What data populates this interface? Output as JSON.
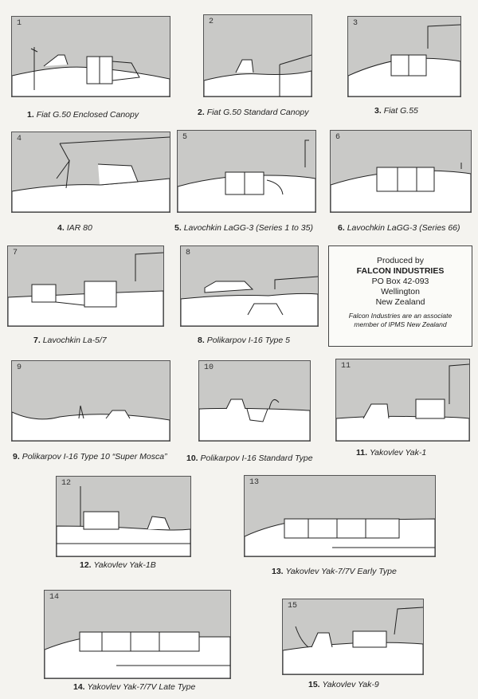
{
  "items": [
    {
      "num": "1",
      "label": "1.",
      "title": "Fiat G.50 Enclosed Canopy"
    },
    {
      "num": "2",
      "label": "2.",
      "title": "Fiat G.50 Standard Canopy"
    },
    {
      "num": "3",
      "label": "3.",
      "title": "Fiat G.55"
    },
    {
      "num": "4",
      "label": "4.",
      "title": "IAR 80"
    },
    {
      "num": "5",
      "label": "5.",
      "title": "Lavochkin LaGG-3 (Series 1 to 35)"
    },
    {
      "num": "6",
      "label": "6.",
      "title": "Lavochkin LaGG-3 (Series 66)"
    },
    {
      "num": "7",
      "label": "7.",
      "title": "Lavochkin La-5/7"
    },
    {
      "num": "8",
      "label": "8.",
      "title": "Polikarpov I-16 Type 5"
    },
    {
      "num": "9",
      "label": "9.",
      "title": "Polikarpov I-16 Type 10 “Super Mosca”"
    },
    {
      "num": "10",
      "label": "10.",
      "title": "Polikarpov I-16 Standard Type"
    },
    {
      "num": "11",
      "label": "11.",
      "title": "Yakovlev Yak-1"
    },
    {
      "num": "12",
      "label": "12.",
      "title": "Yakovlev Yak-1B"
    },
    {
      "num": "13",
      "label": "13.",
      "title": "Yakovlev Yak-7/7V Early Type"
    },
    {
      "num": "14",
      "label": "14.",
      "title": "Yakovlev Yak-7/7V Late Type"
    },
    {
      "num": "15",
      "label": "15.",
      "title": "Yakovlev Yak-9"
    }
  ],
  "info": {
    "produced_by": "Produced by",
    "company": "FALCON INDUSTRIES",
    "address1": "PO Box 42-093",
    "city": "Wellington",
    "country": "New Zealand",
    "note_line1": "Falcon Industries are an associate",
    "note_line2": "member of IPMS New Zealand"
  }
}
